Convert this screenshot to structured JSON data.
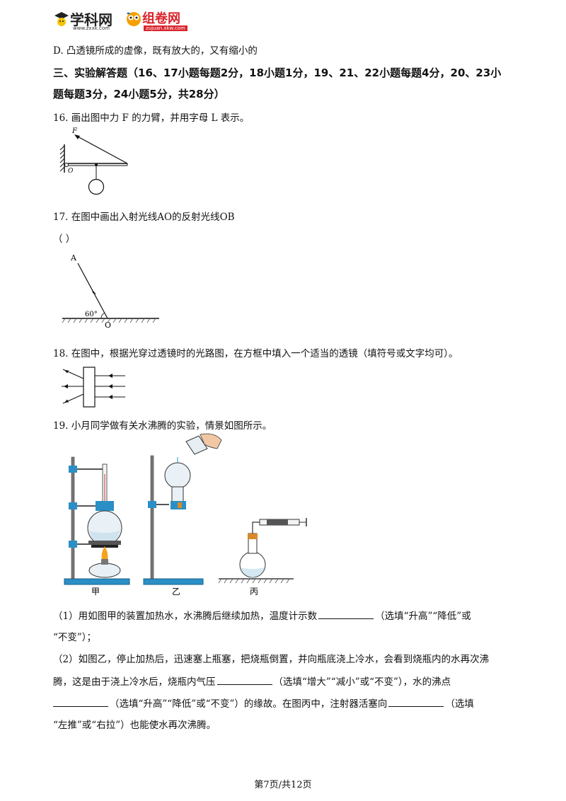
{
  "header": {
    "logo1_text": "学科网",
    "logo1_url": "www.zxxk.com",
    "logo2_text": "组卷网",
    "logo2_url": "zujuan.xkw.com"
  },
  "lines": {
    "option_d": "D. 凸透镜所成的虚像，既有放大的，又有缩小的",
    "section_heading_1": "三、实验解答题（16、17小题每题2分，18小题1分，19、21、22小题每题4分，20、23小",
    "section_heading_2": "题每题3分，24小题5分，共28分）",
    "q16": "16. 画出图中力 F 的力臂，并用字母 L 表示。",
    "q17": "17. 在图中画出入射光线AO的反射光线OB",
    "q17_paren": "（        ）",
    "q18": "18. 在图中，根据光穿过透镜时的光路图，在方框中填入一个适当的透镜（填符号或文字均可）。",
    "q19": "19. 小月同学做有关水沸腾的实验，情景如图所示。",
    "q19_p1a": "（1）用如图甲的装置加热水，水沸腾后继续加热，温度计示数",
    "q19_p1b": "（选填“升高”“降低”或",
    "q19_p1c": "“不变”）；",
    "q19_p2a": "（2）如图乙，停止加热后，迅速塞上瓶塞，把烧瓶倒置，并向瓶底浇上冷水，会看到烧瓶内的水再次沸",
    "q19_p2b1": "腾，这是由于浇上冷水后，烧瓶内气压",
    "q19_p2b2": "（选填“增大”“减小”或“不变”），水的沸点",
    "q19_p2c1": "（选填“升高”“降低”或“不变”）的缘故。在图丙中，注射器活塞向",
    "q19_p2c2": "（选填",
    "q19_p2d": "“左推”或“右拉”）也能使水再次沸腾。"
  },
  "figures": {
    "fig16": {
      "force_label": "F",
      "pivot_label": "O"
    },
    "fig17": {
      "point_a": "A",
      "point_o": "O",
      "angle_label": "60°"
    },
    "fig19": {
      "label_jia": "甲",
      "label_yi": "乙",
      "label_bing": "丙"
    }
  },
  "footer": {
    "page_text": "第7页/共12页"
  },
  "colors": {
    "apparatus_blue": "#2a8fc7",
    "ink": "#111111",
    "logo_red": "#d9232b",
    "logo_blue": "#1f6fb5"
  }
}
